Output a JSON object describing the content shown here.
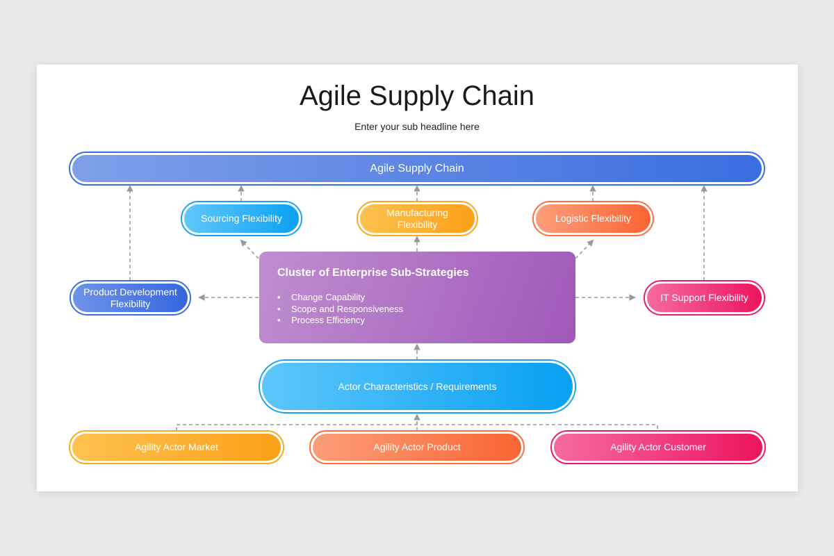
{
  "title": "Agile Supply Chain",
  "subtitle": "Enter your sub headline here",
  "top_bar": {
    "label": "Agile Supply Chain"
  },
  "flex_nodes": {
    "sourcing": "Sourcing Flexibility",
    "manufacturing": "Manufacturing\nFlexibility",
    "logistic": "Logistic Flexibility",
    "product_development": "Product Development\nFlexibility",
    "it_support": "IT Support Flexibility"
  },
  "cluster": {
    "title": "Cluster of Enterprise Sub-Strategies",
    "items": [
      "Change Capability",
      "Scope and Responsiveness",
      "Process  Efficiency"
    ]
  },
  "actor_characteristics": {
    "label": "Actor Characteristics / Requirements"
  },
  "actors": {
    "market": "Agility Actor Market",
    "product": "Agility Actor Product",
    "customer": "Agility Actor Customer"
  },
  "colors": {
    "blue": "#3b6ee0",
    "cyan": "#1aa3f0",
    "orange": "#fba81b",
    "coral": "#fb6f3e",
    "pink": "#ee1a6a",
    "purple": "#a561bd",
    "arrow": "#9a9a9a"
  }
}
